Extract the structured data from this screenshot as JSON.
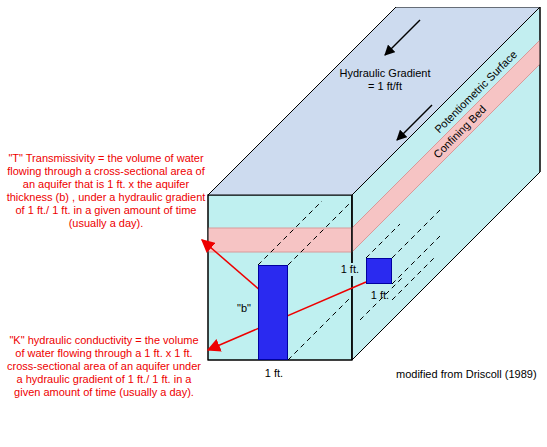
{
  "diagram": {
    "nodes": [
      {
        "text": [
          "Hydraulic Gradient = 1 ft/ft"
        ]
      },
      {
        "text": [
          "\"b\"",
          "1 ft."
        ]
      },
      {
        "text": [
          "1 ft.",
          "1 ft."
        ]
      }
    ],
    "labels": [
      "Potentiometric Surface",
      "Confining Bed",
      "\"T\" Transmissivity = the volume of water flowing through a cross-sectional area of an aquifer that is 1 ft. x the aquifer thickness (b) , under a hydraulic gradient of 1 ft./ 1 ft. in a given amount of time (usually a day).",
      "\"K\" hydraulic conductivity = the volume of water flowing through a 1 ft. x 1 ft. cross-sectional area of an aquifer under a hydraulic gradient of 1 ft./ 1 ft. in a given amount of time (usually a day).",
      "modified from Driscoll (1989)"
    ]
  }
}
